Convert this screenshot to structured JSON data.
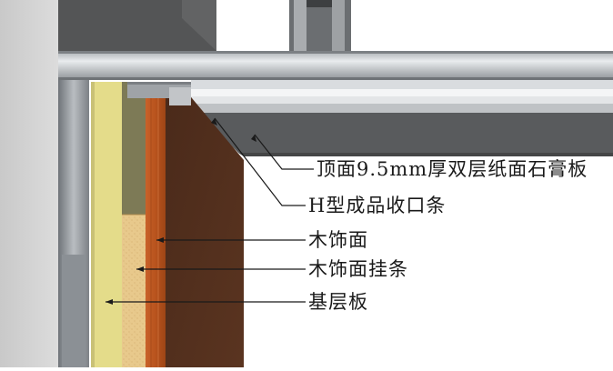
{
  "callouts": [
    {
      "id": "ceiling-gypsum-board",
      "text": "顶面9.5mm厚双层纸面石膏板"
    },
    {
      "id": "h-type-trim",
      "text": "H型成品收口条"
    },
    {
      "id": "wood-veneer-face",
      "text": "木饰面"
    },
    {
      "id": "wood-veneer-hanging-strip",
      "text": "木饰面挂条"
    },
    {
      "id": "base-board",
      "text": "基层板"
    }
  ]
}
